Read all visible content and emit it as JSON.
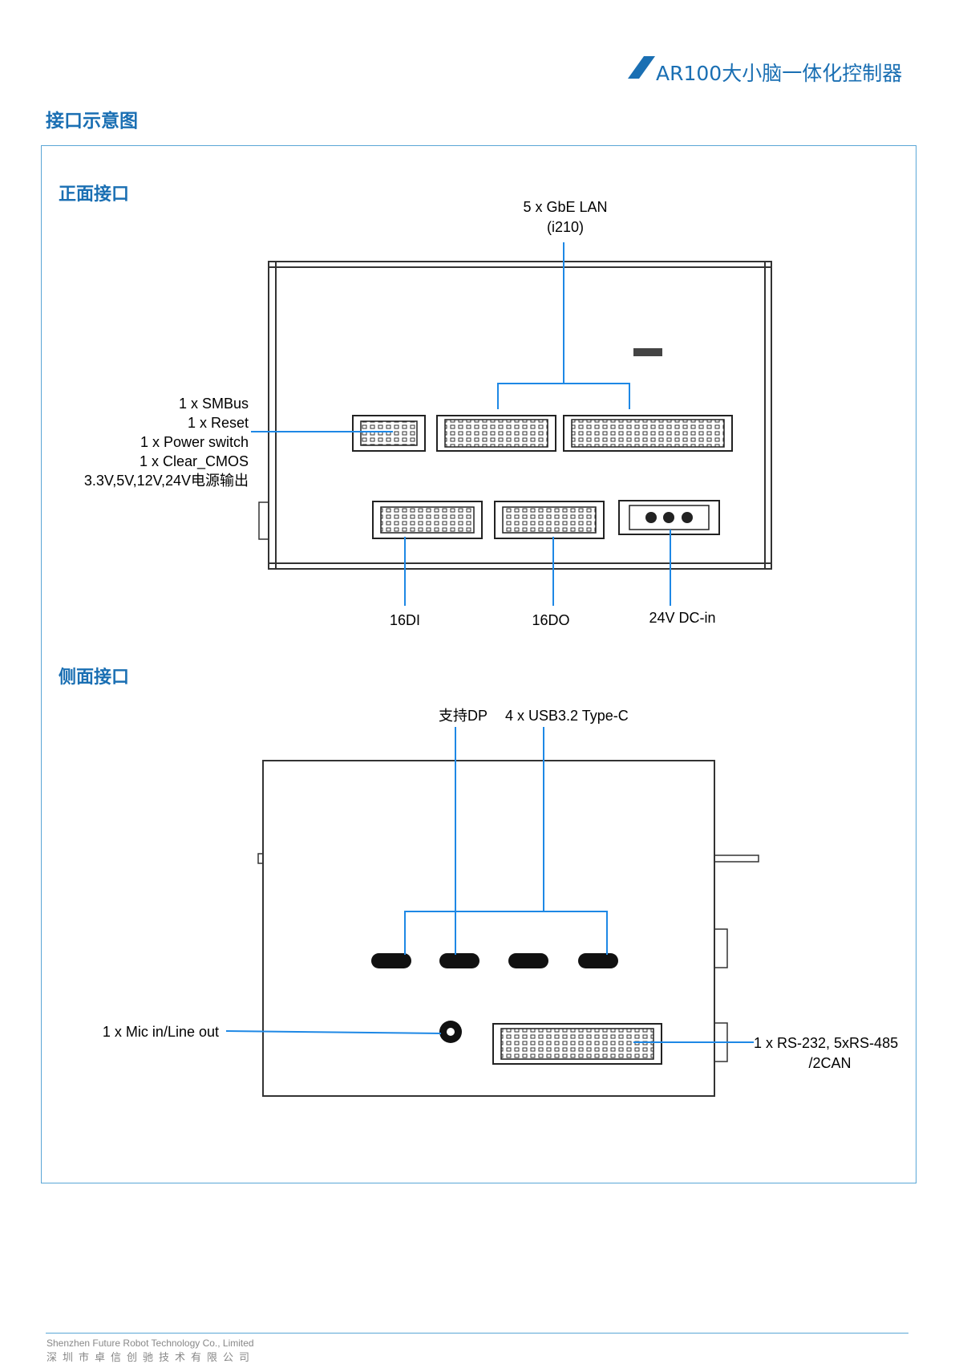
{
  "header": {
    "product_title": "AR100大小脑一体化控制器",
    "brand_color": "#1a6fb3"
  },
  "page_title": "接口示意图",
  "front": {
    "title": "正面接口",
    "lan_label_1": "5  x  GbE LAN",
    "lan_label_2": "(i210)",
    "left_labels": [
      "1 x SMBus",
      "1 x Reset",
      "1 x Power switch",
      "1 x Clear_CMOS",
      "3.3V,5V,12V,24V电源输出"
    ],
    "di_label": "16DI",
    "do_label": "16DO",
    "dc_label": "24V DC-in"
  },
  "side": {
    "title": "侧面接口",
    "dp_label": "支持DP",
    "usb_label": "4 x USB3.2 Type-C",
    "mic_label": "1 x Mic in/Line out",
    "serial_label_1": "1 x RS-232, 5xRS-485",
    "serial_label_2": "/2CAN"
  },
  "footer": {
    "company_en": "Shenzhen Future Robot Technology Co., Limited",
    "company_cn": "深圳市卓信创驰技术有限公司"
  }
}
